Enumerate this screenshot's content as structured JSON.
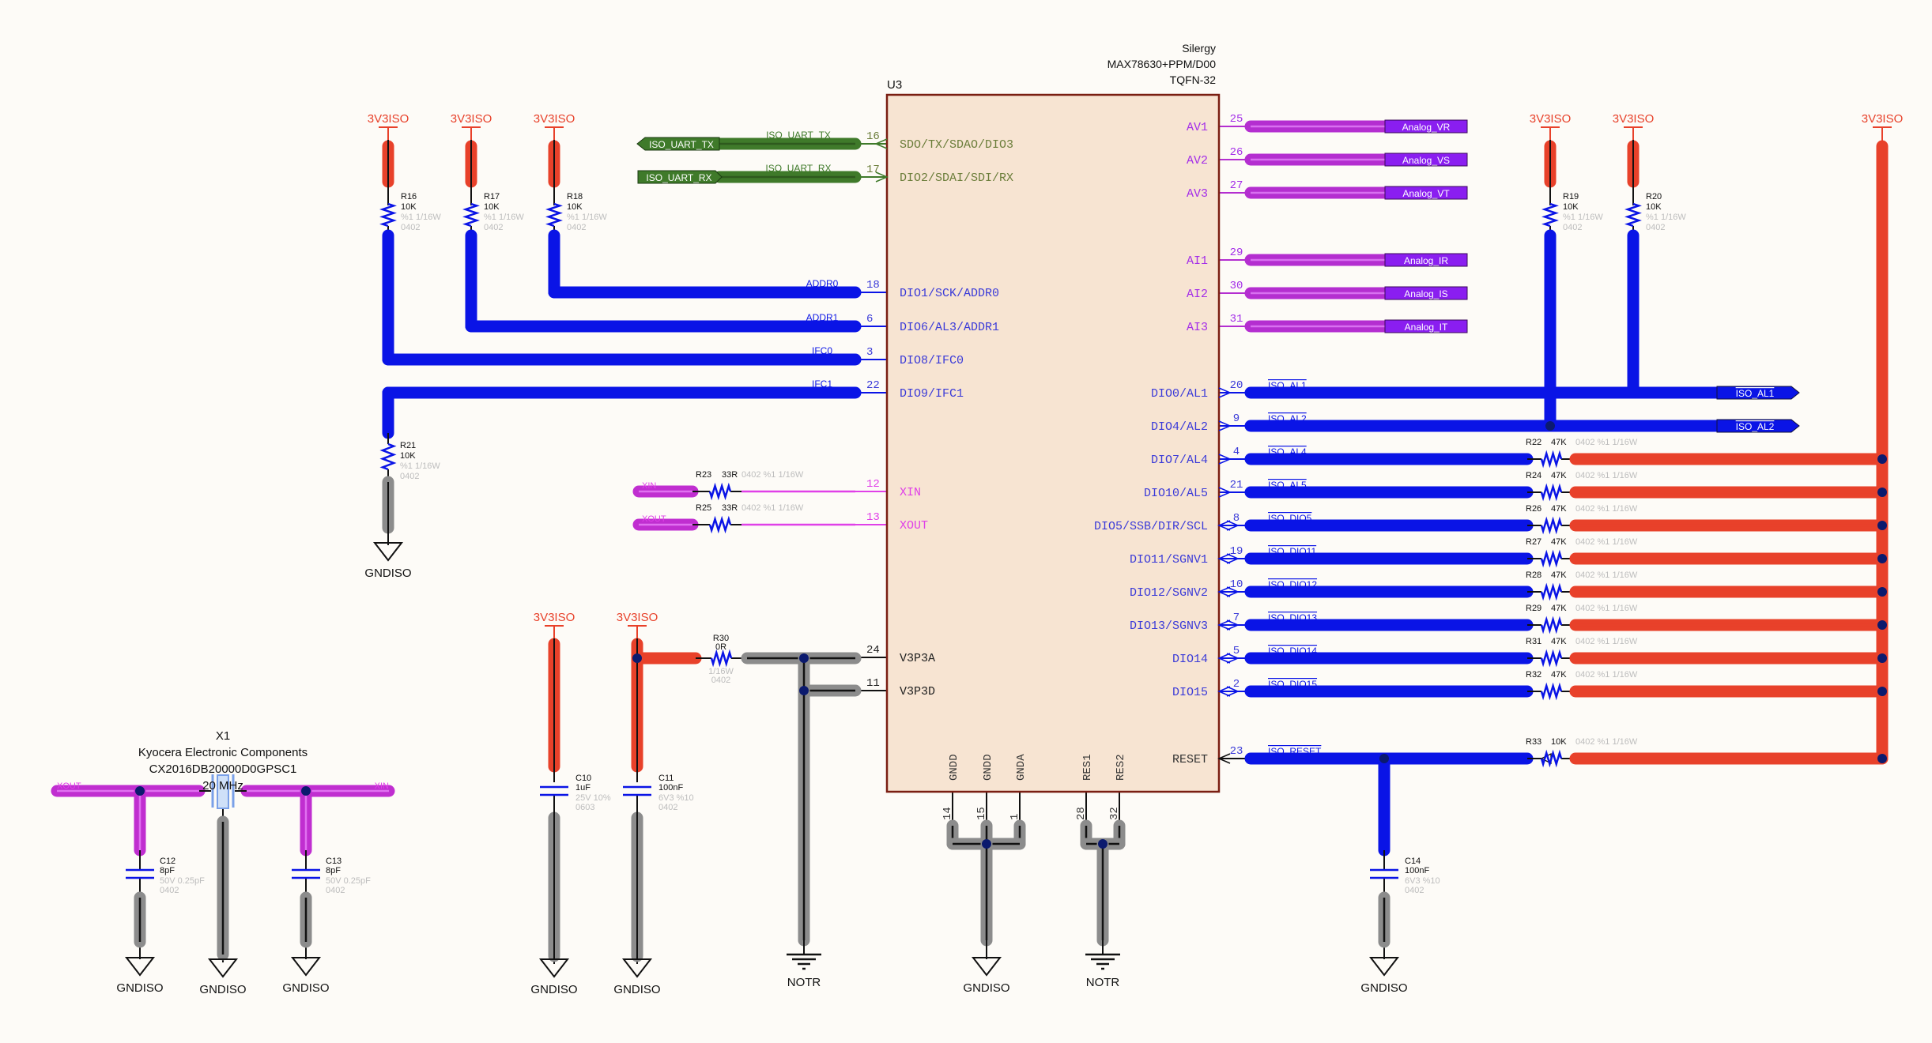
{
  "colors": {
    "background": "#fdfbf7",
    "chip_fill": "#f7e4d2",
    "chip_border": "#7a1e12",
    "power_net": "#e8412a",
    "digital_net": "#0a14e6",
    "uart_net": "#3f7a2a",
    "analog_net": "#b42ed0",
    "analog_port": "#8a1ef0",
    "clock_net": "#c02ed0",
    "ground_net": "#8c8c8c",
    "junction": "#0b1a6e",
    "secondary_text": "#bdbdbd",
    "pin_text_green": "#6b7d3a",
    "pin_text_blue": "#3a3ad8",
    "pin_text_purple": "#a42ee8",
    "pin_text_magenta": "#e040e8"
  },
  "chip": {
    "designator": "U3",
    "manufacturer": "Silergy",
    "part_number": "MAX78630+PPM/D00",
    "package": "TQFN-32",
    "left_pins": [
      {
        "number": "16",
        "name": "SDO/TX/SDAO/DIO3",
        "net": "ISO_UART_TX",
        "group": "uart",
        "dir": "out"
      },
      {
        "number": "17",
        "name": "DIO2/SDAI/SDI/RX",
        "net": "ISO_UART_RX",
        "group": "uart",
        "dir": "in"
      },
      {
        "number": "18",
        "name": "DIO1/SCK/ADDR0",
        "net": "ADDR0",
        "group": "digital"
      },
      {
        "number": "6",
        "name": "DIO6/AL3/ADDR1",
        "net": "ADDR1",
        "group": "digital"
      },
      {
        "number": "3",
        "name": "DIO8/IFC0",
        "net": "IFC0",
        "group": "digital"
      },
      {
        "number": "22",
        "name": "DIO9/IFC1",
        "net": "IFC1",
        "group": "digital"
      },
      {
        "number": "12",
        "name": "XIN",
        "net": "XIN",
        "group": "clock"
      },
      {
        "number": "13",
        "name": "XOUT",
        "net": "XOUT",
        "group": "clock"
      },
      {
        "number": "24",
        "name": "V3P3A",
        "net": "",
        "group": "power"
      },
      {
        "number": "11",
        "name": "V3P3D",
        "net": "",
        "group": "power"
      }
    ],
    "right_pins": [
      {
        "number": "25",
        "name": "AV1",
        "net": "Analog_VR",
        "group": "analog"
      },
      {
        "number": "26",
        "name": "AV2",
        "net": "Analog_VS",
        "group": "analog"
      },
      {
        "number": "27",
        "name": "AV3",
        "net": "Analog_VT",
        "group": "analog"
      },
      {
        "number": "29",
        "name": "AI1",
        "net": "Analog_IR",
        "group": "analog"
      },
      {
        "number": "30",
        "name": "AI2",
        "net": "Analog_IS",
        "group": "analog"
      },
      {
        "number": "31",
        "name": "AI3",
        "net": "Analog_IT",
        "group": "analog"
      },
      {
        "number": "20",
        "name": "DIO0/AL1",
        "net": "ISO_AL1",
        "group": "digital",
        "dir": "out"
      },
      {
        "number": "9",
        "name": "DIO4/AL2",
        "net": "ISO_AL2",
        "group": "digital",
        "dir": "out"
      },
      {
        "number": "4",
        "name": "DIO7/AL4",
        "net": "ISO_AL4",
        "group": "digital",
        "dir": "out"
      },
      {
        "number": "21",
        "name": "DIO10/AL5",
        "net": "ISO_AL5",
        "group": "digital",
        "dir": "out"
      },
      {
        "number": "8",
        "name": "DIO5/SSB/DIR/SCL",
        "net": "ISO_DIO5",
        "group": "digital",
        "dir": "io"
      },
      {
        "number": "19",
        "name": "DIO11/SGNV1",
        "net": "ISO_DIO11",
        "group": "digital",
        "dir": "io"
      },
      {
        "number": "10",
        "name": "DIO12/SGNV2",
        "net": "ISO_DIO12",
        "group": "digital",
        "dir": "io"
      },
      {
        "number": "7",
        "name": "DIO13/SGNV3",
        "net": "ISO_DIO13",
        "group": "digital",
        "dir": "io"
      },
      {
        "number": "5",
        "name": "DIO14",
        "net": "ISO_DIO14",
        "group": "digital",
        "dir": "io"
      },
      {
        "number": "2",
        "name": "DIO15",
        "net": "ISO_DIO15",
        "group": "digital",
        "dir": "io"
      },
      {
        "number": "23",
        "name": "RESET",
        "net": "ISO_RESET",
        "group": "digital",
        "dir": "in"
      }
    ],
    "bottom_pins": [
      {
        "number": "14",
        "name": "GNDD"
      },
      {
        "number": "15",
        "name": "GNDD"
      },
      {
        "number": "1",
        "name": "GNDA"
      },
      {
        "number": "28",
        "name": "RES1"
      },
      {
        "number": "32",
        "name": "RES2"
      }
    ]
  },
  "ports": {
    "uart": [
      "ISO_UART_TX",
      "ISO_UART_RX"
    ],
    "analog": [
      "Analog_VR",
      "Analog_VS",
      "Analog_VT",
      "Analog_IR",
      "Analog_IS",
      "Analog_IT"
    ],
    "alarm": [
      "ISO_AL1",
      "ISO_AL2"
    ]
  },
  "power_labels": {
    "supply": "3V3ISO",
    "ground": "GNDISO",
    "ground_other": "NOTR"
  },
  "pullups_top": [
    {
      "ref": "R16",
      "value": "10K",
      "spec": "%1 1/16W",
      "package": "0402"
    },
    {
      "ref": "R17",
      "value": "10K",
      "spec": "%1 1/16W",
      "package": "0402"
    },
    {
      "ref": "R18",
      "value": "10K",
      "spec": "%1 1/16W",
      "package": "0402"
    },
    {
      "ref": "R19",
      "value": "10K",
      "spec": "%1 1/16W",
      "package": "0402"
    },
    {
      "ref": "R20",
      "value": "10K",
      "spec": "%1 1/16W",
      "package": "0402"
    }
  ],
  "pulldown": {
    "ref": "R21",
    "value": "10K",
    "spec": "%1 1/16W",
    "package": "0402"
  },
  "series_clock_resistors": [
    {
      "ref": "R23",
      "value": "33R",
      "spec": "0402  %1  1/16W"
    },
    {
      "ref": "R25",
      "value": "33R",
      "spec": "0402  %1  1/16W"
    }
  ],
  "io_pullups": [
    {
      "ref": "R22",
      "value": "47K",
      "spec": "0402  %1  1/16W"
    },
    {
      "ref": "R24",
      "value": "47K",
      "spec": "0402  %1  1/16W"
    },
    {
      "ref": "R26",
      "value": "47K",
      "spec": "0402  %1  1/16W"
    },
    {
      "ref": "R27",
      "value": "47K",
      "spec": "0402  %1  1/16W"
    },
    {
      "ref": "R28",
      "value": "47K",
      "spec": "0402  %1  1/16W"
    },
    {
      "ref": "R29",
      "value": "47K",
      "spec": "0402  %1  1/16W"
    },
    {
      "ref": "R31",
      "value": "47K",
      "spec": "0402  %1  1/16W"
    },
    {
      "ref": "R32",
      "value": "47K",
      "spec": "0402  %1  1/16W"
    },
    {
      "ref": "R33",
      "value": "10K",
      "spec": "0402  %1  1/16W"
    }
  ],
  "r30": {
    "ref": "R30",
    "value": "0R",
    "spec": "1/16W",
    "package": "0402"
  },
  "capacitors": {
    "c10": {
      "ref": "C10",
      "value": "1uF",
      "spec": "25V 10%",
      "package": "0603"
    },
    "c11": {
      "ref": "C11",
      "value": "100nF",
      "spec": "6V3 %10",
      "package": "0402"
    },
    "c12": {
      "ref": "C12",
      "value": "8pF",
      "spec": "50V 0.25pF",
      "package": "0402"
    },
    "c13": {
      "ref": "C13",
      "value": "8pF",
      "spec": "50V 0.25pF",
      "package": "0402"
    },
    "c14": {
      "ref": "C14",
      "value": "100nF",
      "spec": "6V3 %10",
      "package": "0402"
    }
  },
  "crystal": {
    "ref": "X1",
    "manufacturer": "Kyocera Electronic Components",
    "part_number": "CX2016DB20000D0GPSC1",
    "frequency": "20 MHz",
    "left_net": "XOUT",
    "right_net": "XIN"
  }
}
